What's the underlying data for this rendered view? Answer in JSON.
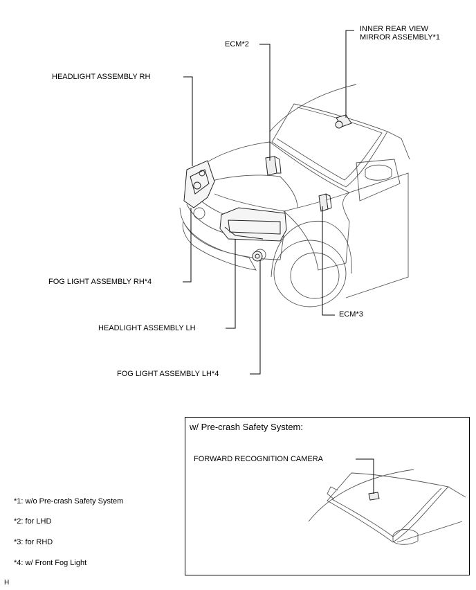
{
  "labels": {
    "ecm_lhd": "ECM*2",
    "mirror_line1": "INNER REAR VIEW",
    "mirror_line2": "MIRROR ASSEMBLY*1",
    "headlight_rh": "HEADLIGHT ASSEMBLY RH",
    "fog_rh": "FOG LIGHT ASSEMBLY RH*4",
    "headlight_lh": "HEADLIGHT ASSEMBLY LH",
    "fog_lh": "FOG LIGHT ASSEMBLY LH*4",
    "ecm_rhd": "ECM*3"
  },
  "inset": {
    "title": "w/ Pre-crash Safety System:",
    "camera_label": "FORWARD RECOGNITION CAMERA"
  },
  "notes": [
    "*1: w/o Pre-crash Safety System",
    "*2: for LHD",
    "*3: for RHD",
    "*4: w/ Front Fog Light"
  ],
  "figure_mark": "H"
}
